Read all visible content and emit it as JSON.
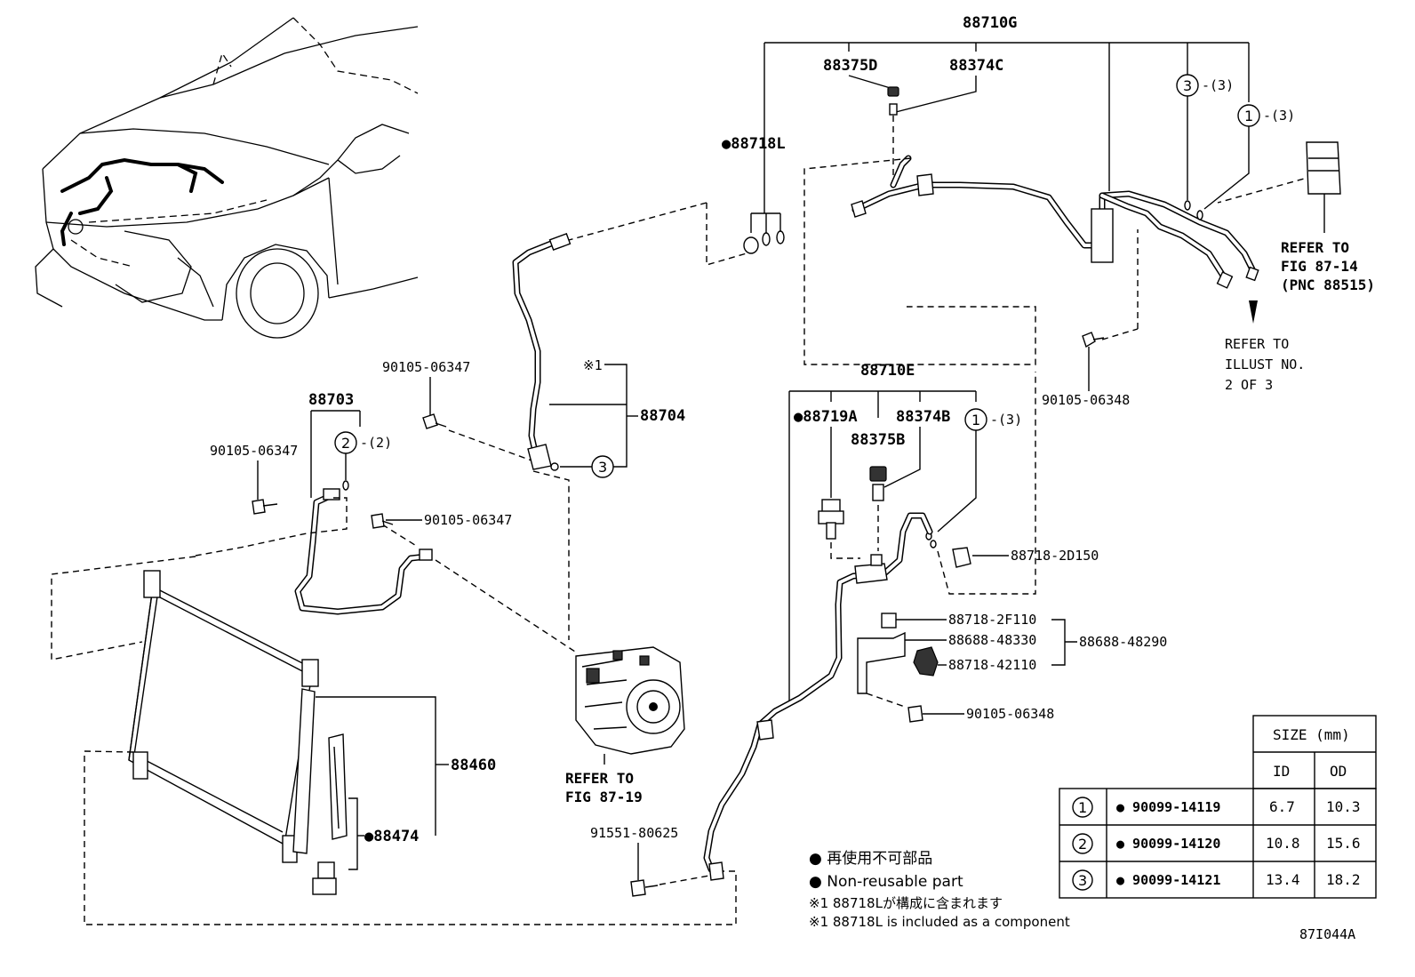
{
  "part_labels": {
    "p88710G": "88710G",
    "p88375D": "88375D",
    "p88374C": "88374C",
    "p88718L": "●88718L",
    "p88710E": "88710E",
    "p88719A": "●88719A",
    "p88374B": "88374B",
    "p88375B": "88375B",
    "p88703": "88703",
    "p88704": "88704",
    "p88460": "88460",
    "p88474": "●88474",
    "b90105_06347_a": "90105-06347",
    "b90105_06347_b": "90105-06347",
    "b90105_06347_c": "90105-06347",
    "b90105_06348_a": "90105-06348",
    "b90105_06348_b": "90105-06348",
    "b91551_80625": "91551-80625",
    "p88718_2D150": "88718-2D150",
    "p88718_2F110": "88718-2F110",
    "p88688_48330": "88688-48330",
    "p88688_48290": "88688-48290",
    "p88718_42110": "88718-42110",
    "note1_mark": "※1"
  },
  "oring_refs": {
    "r3_top": {
      "num": "3",
      "qty": "-(3)"
    },
    "r1_top": {
      "num": "1",
      "qty": "-(3)"
    },
    "r1_mid": {
      "num": "1",
      "qty": "-(3)"
    },
    "r2": {
      "num": "2",
      "qty": "-(2)"
    },
    "r3_88704": {
      "num": "3"
    }
  },
  "references": {
    "fig87_14": [
      "REFER TO",
      "FIG 87-14",
      "(PNC 88515)"
    ],
    "illust2": [
      "REFER TO",
      "ILLUST NO.",
      "2 OF 3"
    ],
    "fig87_19": [
      "REFER TO",
      "FIG 87-19"
    ]
  },
  "size_table": {
    "title": "SIZE (mm)",
    "col_id": "ID",
    "col_od": "OD",
    "rows": [
      {
        "num": "1",
        "part": "● 90099-14119",
        "id": "6.7",
        "od": "10.3"
      },
      {
        "num": "2",
        "part": "● 90099-14120",
        "id": "10.8",
        "od": "15.6"
      },
      {
        "num": "3",
        "part": "● 90099-14121",
        "id": "13.4",
        "od": "18.2"
      }
    ]
  },
  "notes": {
    "nonreusable_jp": "● 再使用不可部品",
    "nonreusable_en": "● Non-reusable part",
    "included_jp": "※1 88718Lが構成に含まれます",
    "included_en": "※1 88718L is included as a component"
  },
  "illustration_code": "87I044A"
}
